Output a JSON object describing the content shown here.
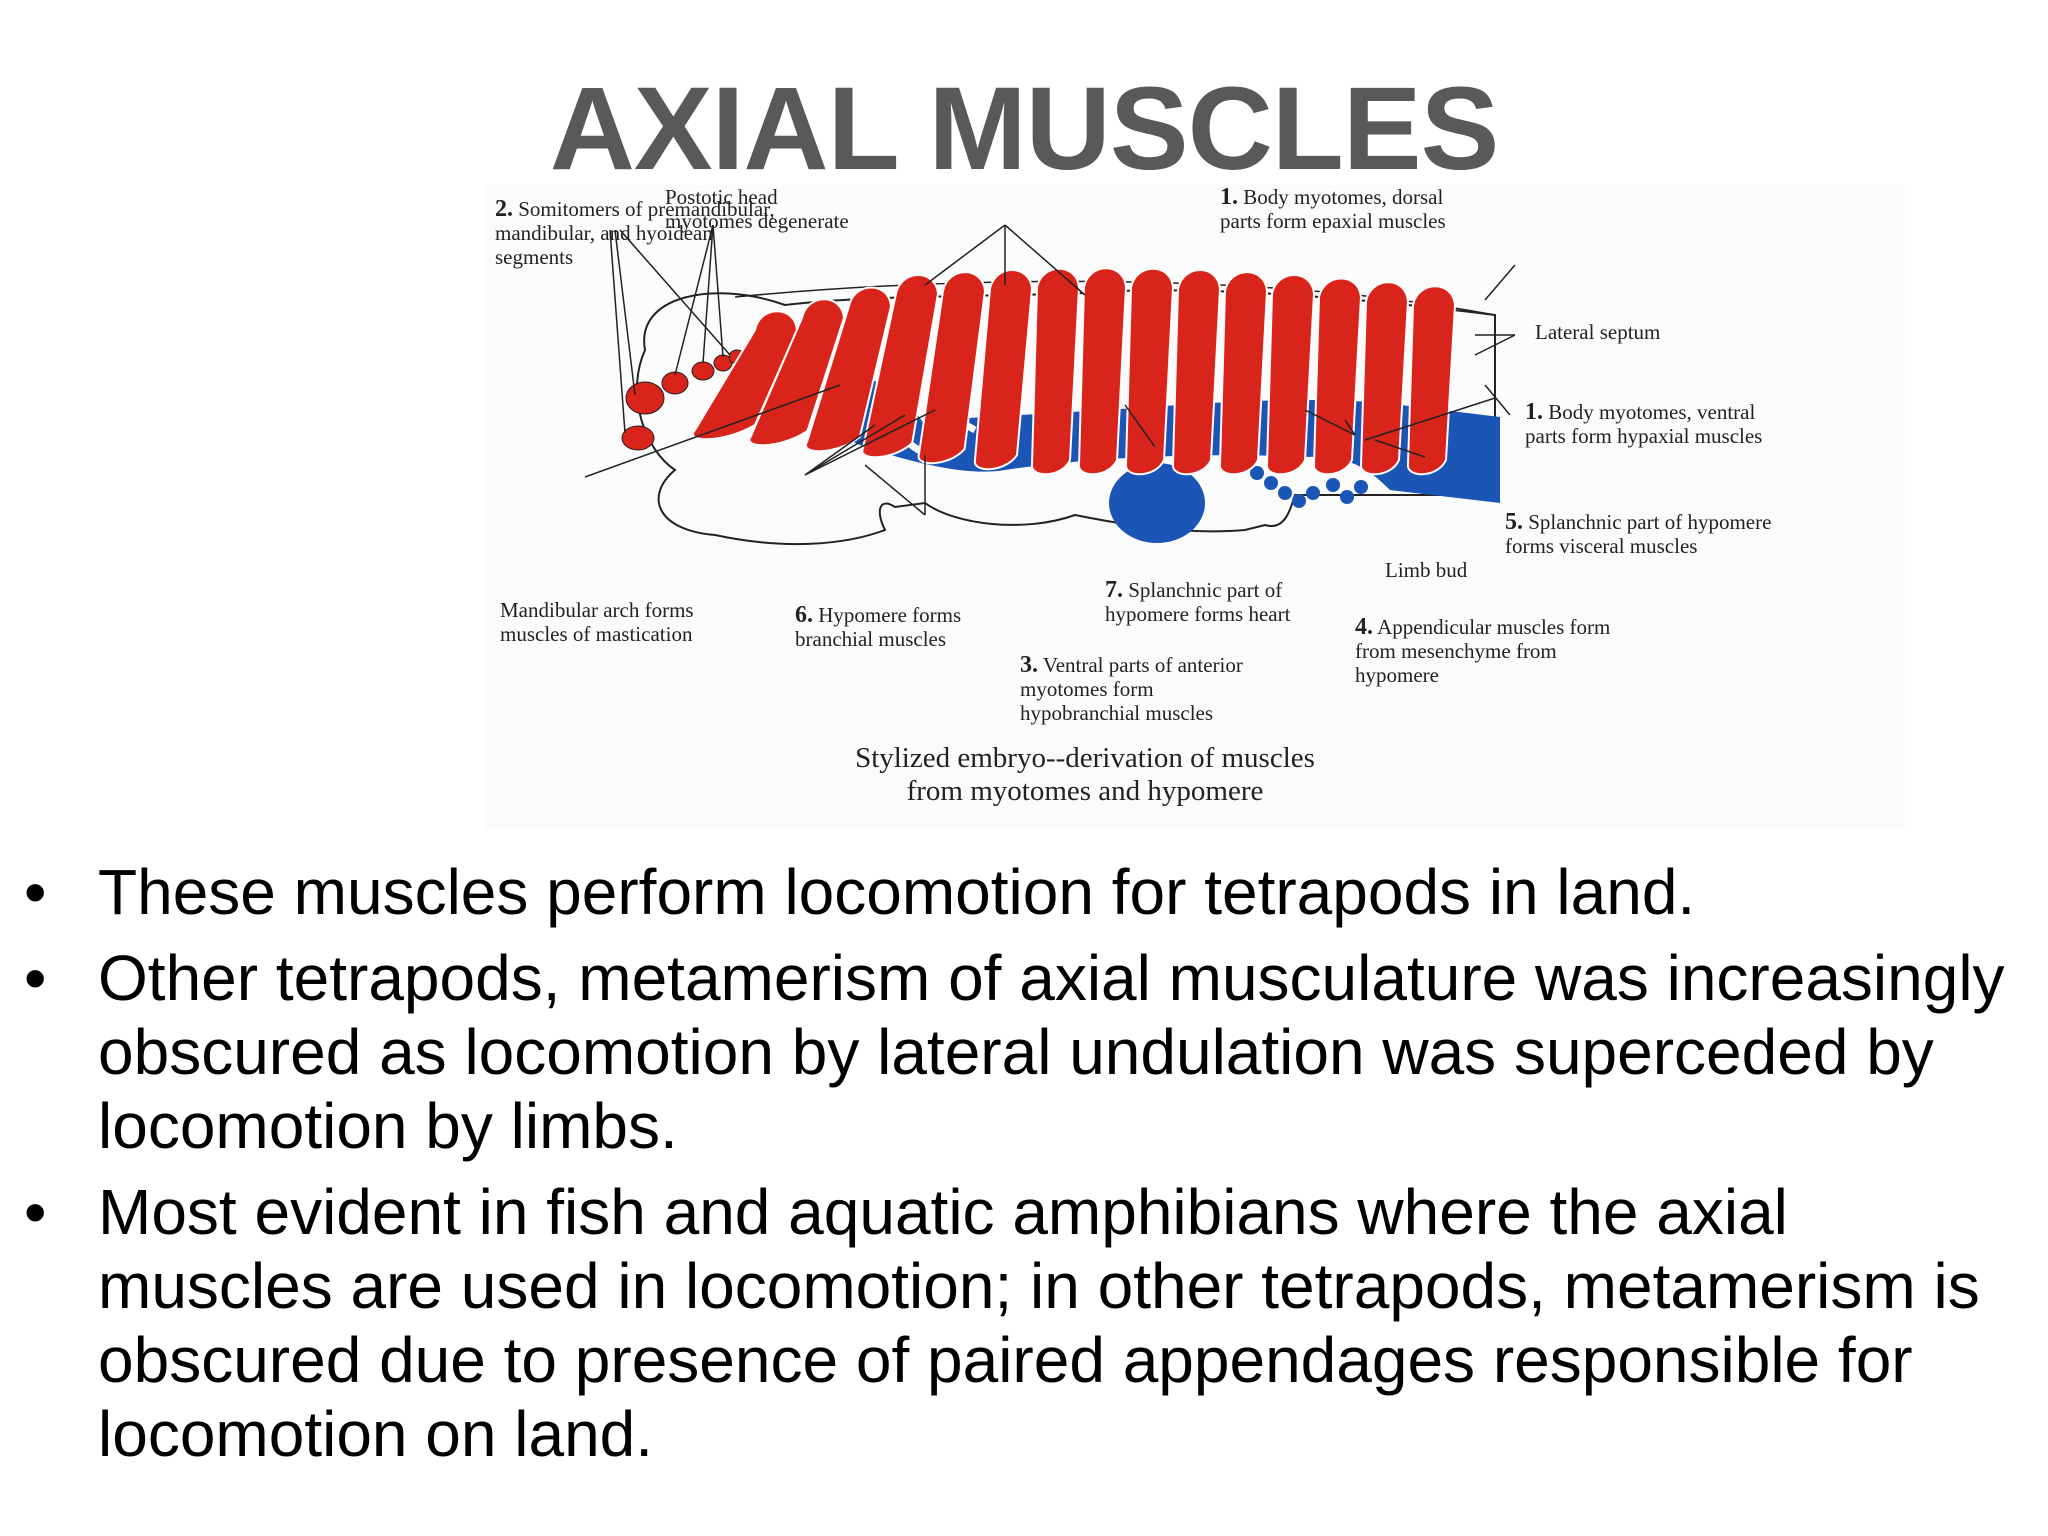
{
  "title": "AXIAL MUSCLES",
  "figure": {
    "labels": {
      "somitomeres": {
        "num": "2.",
        "text": "Somitomers of premandibular,\nmandibular, and hyoidean\nsegments"
      },
      "postotic": {
        "num": "",
        "text": "Postotic head\nmyotomes degenerate"
      },
      "body_dorsal": {
        "num": "1.",
        "text": "Body myotomes, dorsal\nparts form epaxial muscles"
      },
      "lateral_septum": {
        "num": "",
        "text": "Lateral septum"
      },
      "body_ventral": {
        "num": "1.",
        "text": "Body myotomes, ventral\nparts form hypaxial muscles"
      },
      "splanchnic_visceral": {
        "num": "5.",
        "text": "Splanchnic part of hypomere\nforms visceral muscles"
      },
      "limb_bud": {
        "num": "",
        "text": "Limb bud"
      },
      "splanchnic_heart": {
        "num": "7.",
        "text": "Splanchnic part of\nhypomere forms heart"
      },
      "appendicular": {
        "num": "4.",
        "text": "Appendicular muscles form\nfrom mesenchyme from\nhypomere"
      },
      "mandibular": {
        "num": "",
        "text": "Mandibular arch forms\nmuscles of mastication"
      },
      "hypomere_branchial": {
        "num": "6.",
        "text": "Hypomere forms\nbranchial muscles"
      },
      "ventral_anterior": {
        "num": "3.",
        "text": "Ventral parts of anterior\nmyotomes form\nhypobranchial muscles"
      }
    },
    "caption": "Stylized embryo--derivation of muscles\nfrom myotomes and hypomere",
    "colors": {
      "myotome": "#d9241b",
      "hypomere": "#1b55b5",
      "outline": "#222222"
    }
  },
  "bullets": [
    "These muscles perform locomotion for tetrapods in land.",
    "Other tetrapods, metamerism of axial musculature was increasingly obscured as locomotion by lateral undulation was superceded by locomotion by limbs.",
    "Most evident in fish and aquatic amphibians where the axial muscles are used in locomotion; in other tetrapods, metamerism is obscured due to presence of paired appendages responsible for locomotion on land."
  ],
  "bullet_symbol": "•"
}
